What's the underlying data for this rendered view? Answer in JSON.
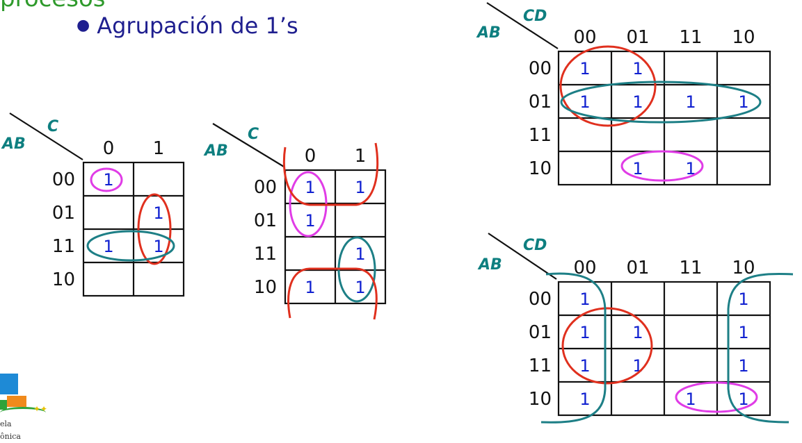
{
  "slide": {
    "title": "procesos",
    "bullet": "Agrupación de 1’s",
    "logo_text_line1": "ela",
    "logo_text_line2": "ônica"
  },
  "maps": [
    {
      "row_var": "AB",
      "col_var": "C",
      "col_labels": [
        "0",
        "1"
      ],
      "row_labels": [
        "00",
        "01",
        "11",
        "10"
      ],
      "cells": [
        [
          "1",
          ""
        ],
        [
          "",
          "1"
        ],
        [
          "1",
          "1"
        ],
        [
          "",
          ""
        ]
      ]
    },
    {
      "row_var": "AB",
      "col_var": "C",
      "col_labels": [
        "0",
        "1"
      ],
      "row_labels": [
        "00",
        "01",
        "11",
        "10"
      ],
      "cells": [
        [
          "1",
          "1"
        ],
        [
          "1",
          ""
        ],
        [
          "",
          "1"
        ],
        [
          "1",
          "1"
        ]
      ]
    },
    {
      "row_var": "AB",
      "col_var": "CD",
      "col_labels": [
        "00",
        "01",
        "11",
        "10"
      ],
      "row_labels": [
        "00",
        "01",
        "11",
        "10"
      ],
      "cells": [
        [
          "1",
          "1",
          "",
          ""
        ],
        [
          "1",
          "1",
          "1",
          "1"
        ],
        [
          "",
          "",
          "",
          ""
        ],
        [
          "",
          "1",
          "1",
          ""
        ]
      ]
    },
    {
      "row_var": "AB",
      "col_var": "CD",
      "col_labels": [
        "00",
        "01",
        "11",
        "10"
      ],
      "row_labels": [
        "00",
        "01",
        "11",
        "10"
      ],
      "cells": [
        [
          "1",
          "",
          "",
          "1"
        ],
        [
          "1",
          "1",
          "",
          "1"
        ],
        [
          "1",
          "1",
          "",
          "1"
        ],
        [
          "1",
          "",
          "1",
          "1"
        ]
      ]
    }
  ],
  "colors": {
    "grid": "#111111",
    "ones": "#1020d0",
    "variables": "#0e7f80",
    "group_red": "#e0301e",
    "group_teal": "#1d7f86",
    "group_magenta": "#e03ce6"
  }
}
